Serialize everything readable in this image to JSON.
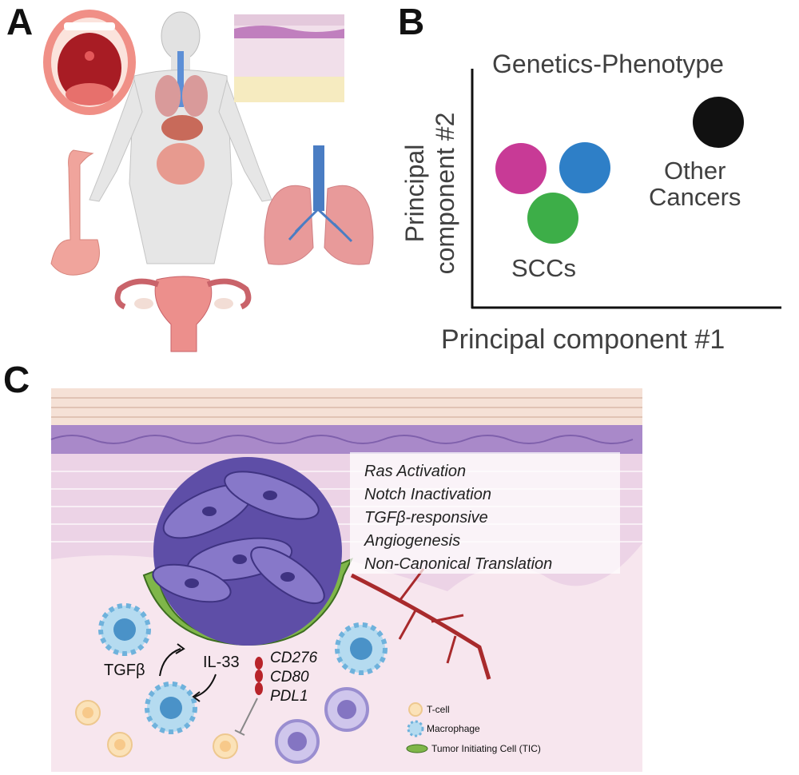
{
  "panels": {
    "a": "A",
    "b": "B",
    "c": "C"
  },
  "panel_b": {
    "title": "Genetics-Phenotype",
    "x_axis_label": "Principal component #1",
    "y_axis_label_line1": "Principal",
    "y_axis_label_line2": "component #2",
    "other_label_line1": "Other",
    "other_label_line2": "Cancers",
    "scc_label": "SCCs",
    "colors": {
      "magenta": "#c83a96",
      "blue": "#2e7fc7",
      "green": "#3dae48",
      "black": "#111111"
    }
  },
  "panel_c": {
    "features": [
      "Ras Activation",
      "Notch Inactivation",
      "TGFβ-responsive",
      "Angiogenesis",
      "Non-Canonical Translation"
    ],
    "labels": {
      "tgfb": "TGFβ",
      "il33": "IL-33"
    },
    "molecules": [
      "CD276",
      "CD80",
      "PDL1"
    ],
    "legend": [
      {
        "label": "T-cell",
        "icon": "t-cell-icon"
      },
      {
        "label": "Macrophage",
        "icon": "macrophage-icon"
      },
      {
        "label": "Tumor Initiating Cell (TIC)",
        "icon": "tic-icon"
      }
    ]
  }
}
